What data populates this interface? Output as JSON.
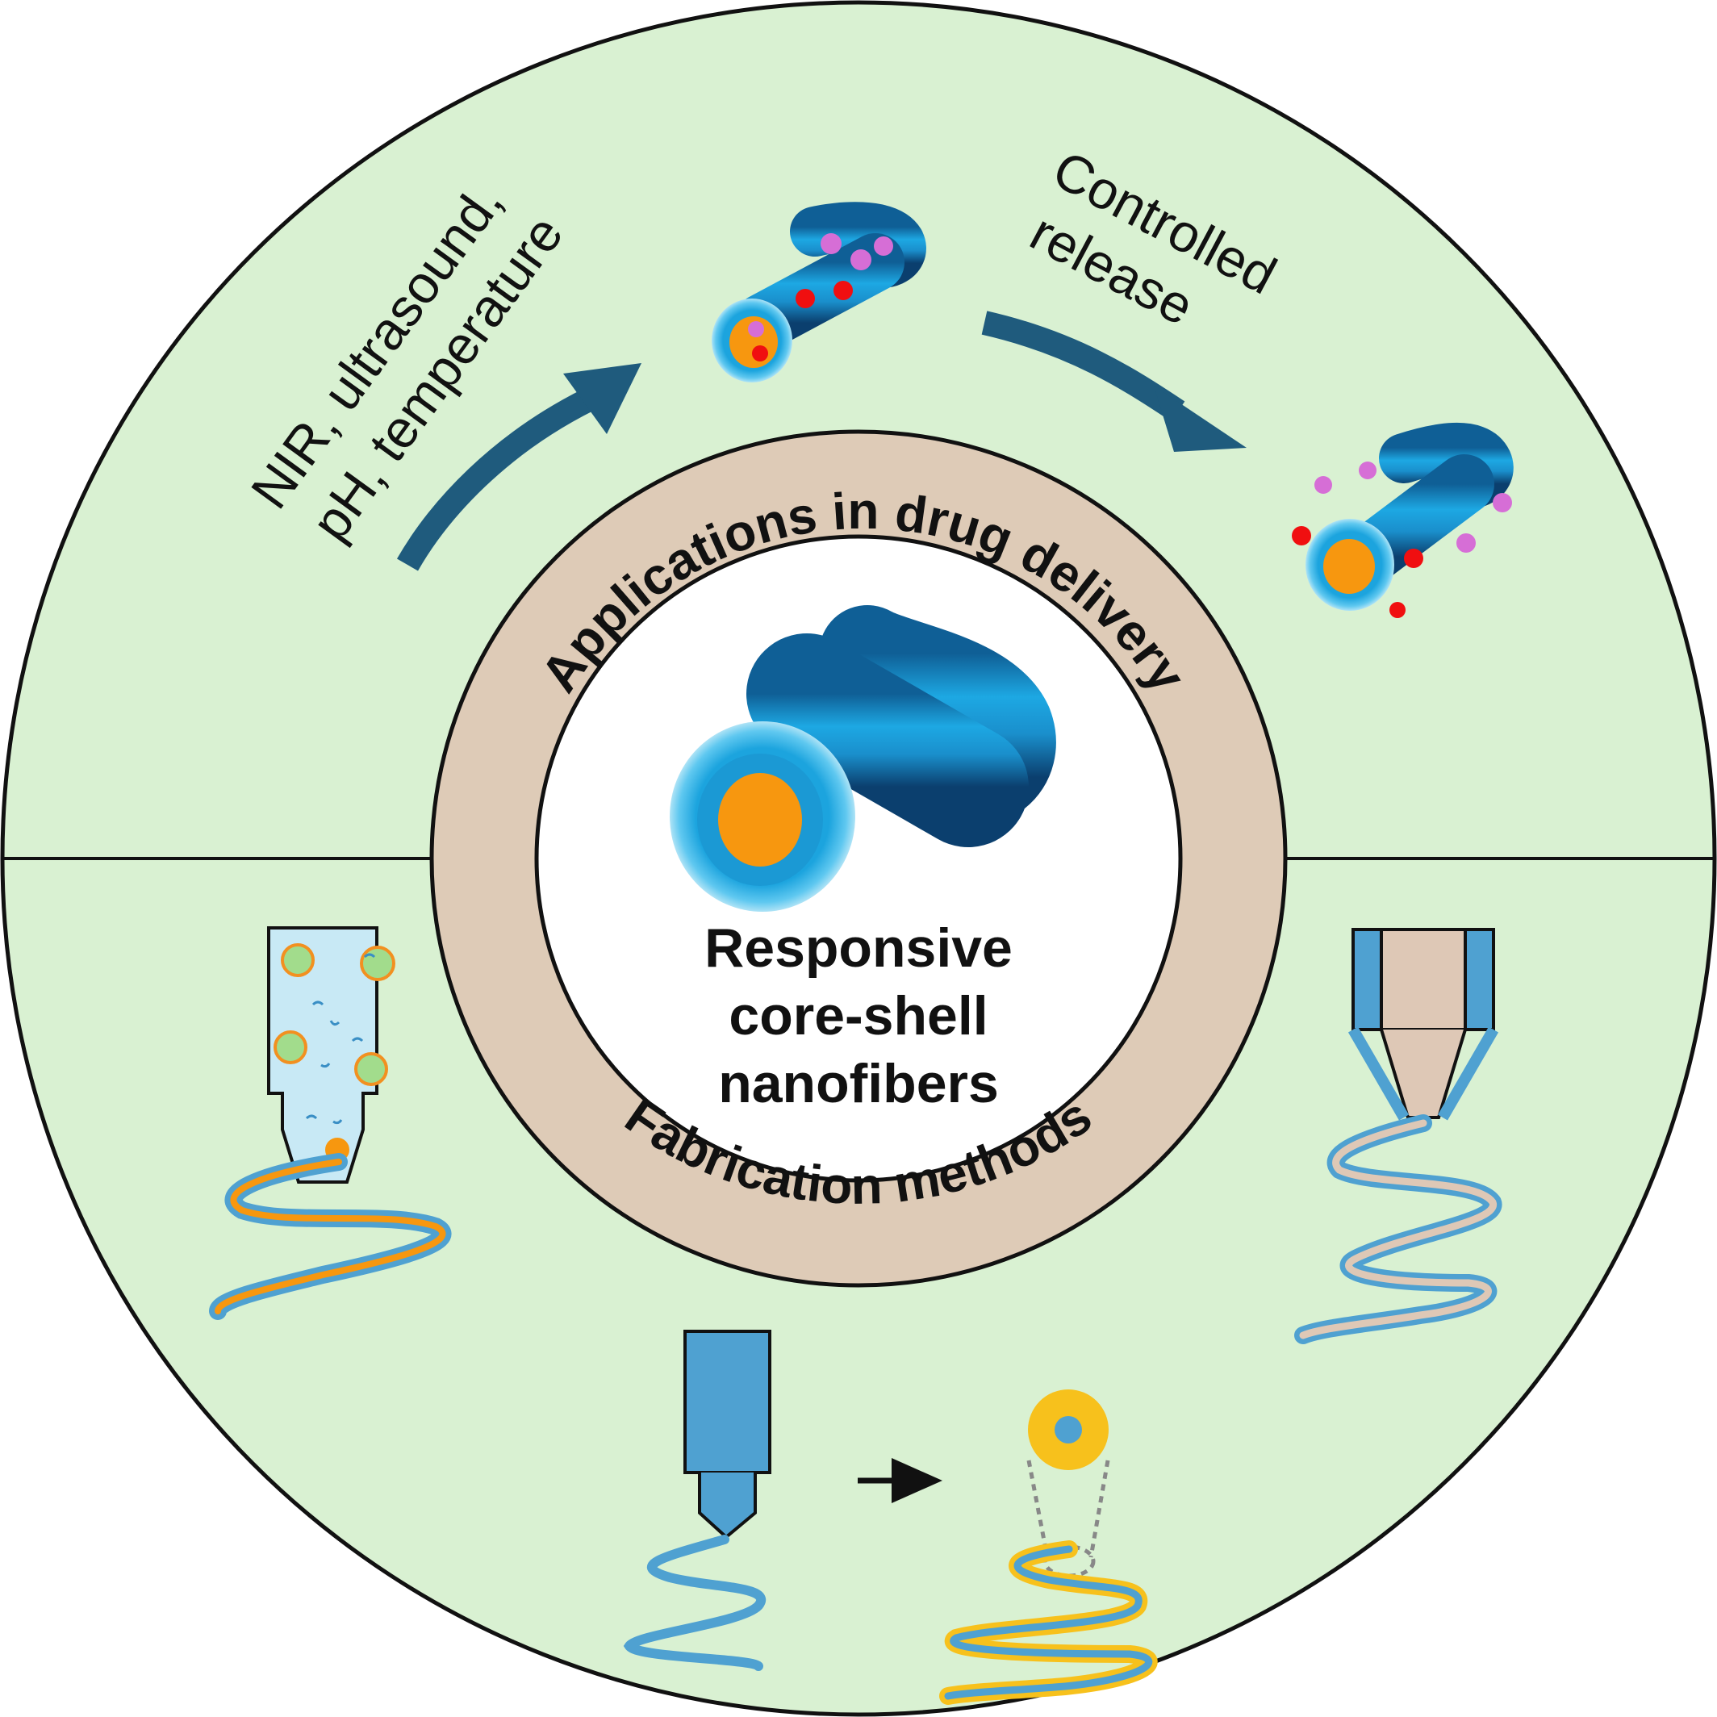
{
  "title": {
    "line1": "Responsive",
    "line2": "core-shell",
    "line3": "nanofibers"
  },
  "ring": {
    "top": "Applications in drug delivery",
    "bottom": "Fabrication methods"
  },
  "stimuli": {
    "line1": "NIR, ultrasound,",
    "line2": "pH, temperature"
  },
  "release": {
    "line1": "Controlled",
    "line2": "release"
  },
  "colors": {
    "background": "#d9f1d2",
    "ring": "#decbb7",
    "shell_blue": "#1a9fd8",
    "core_orange": "#f7970f",
    "arrow_navy": "#1f5b7d",
    "drug_red": "#f00f10",
    "drug_pink": "#d66ed6",
    "nozzle_blue": "#4fa1d1",
    "coat_yellow": "#f7c11c",
    "core_tan": "#dec8b6"
  }
}
